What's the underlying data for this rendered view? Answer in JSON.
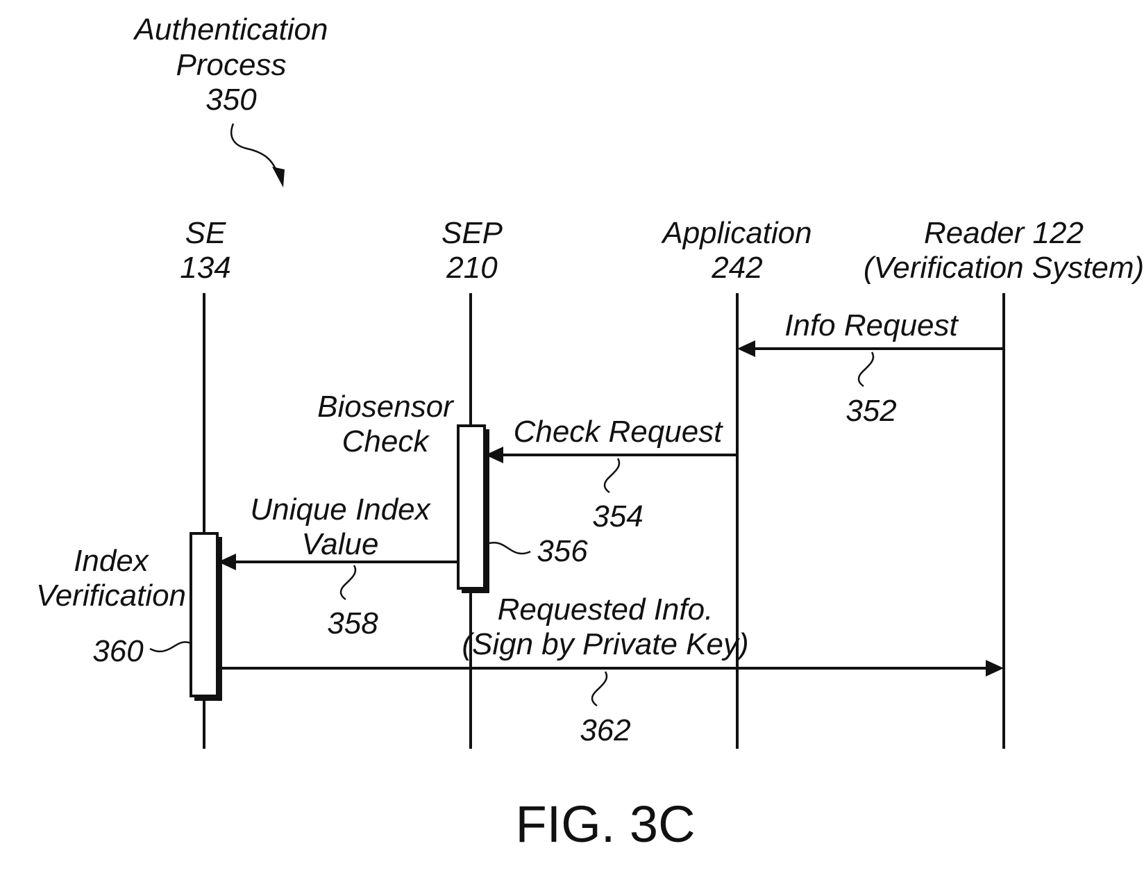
{
  "process": {
    "title_line1": "Authentication",
    "title_line2": "Process",
    "ref": "350"
  },
  "lifelines": {
    "se": {
      "name": "SE",
      "ref": "134"
    },
    "sep": {
      "name": "SEP",
      "ref": "210"
    },
    "app": {
      "name": "Application",
      "ref": "242"
    },
    "reader": {
      "name": "Reader 122",
      "sub": "(Verification System)"
    }
  },
  "messages": {
    "info_request": {
      "label": "Info Request",
      "ref": "352"
    },
    "check_request": {
      "label": "Check Request",
      "ref": "354"
    },
    "unique_index": {
      "label_line1": "Unique Index",
      "label_line2": "Value",
      "ref": "358"
    },
    "requested_info": {
      "label_line1": "Requested Info.",
      "label_line2": "(Sign by Private Key)",
      "ref": "362"
    }
  },
  "activations": {
    "biosensor": {
      "label_line1": "Biosensor",
      "label_line2": "Check",
      "ref": "356"
    },
    "index_verification": {
      "label_line1": "Index",
      "label_line2": "Verification",
      "ref": "360"
    }
  },
  "figure": {
    "label": "FIG. 3C"
  }
}
